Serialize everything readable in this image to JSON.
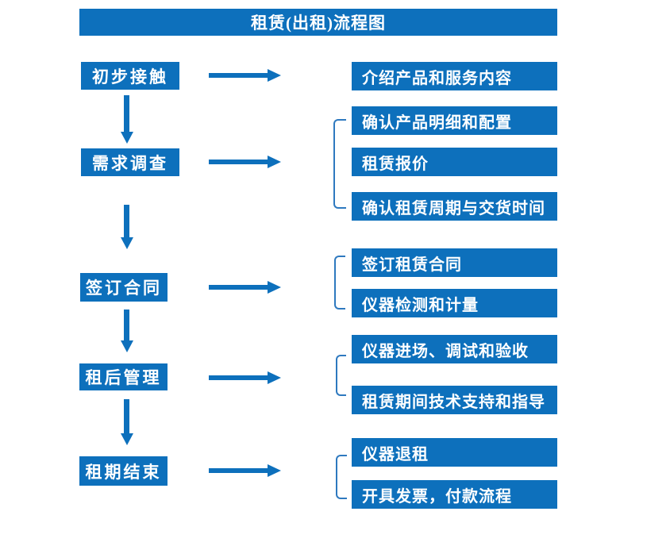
{
  "title": "租赁(出租)流程图",
  "colors": {
    "accent": "#0d70bc",
    "bracket": "#2e79bf"
  },
  "flow": [
    {
      "step": "初步接触",
      "details": [
        "介绍产品和服务内容"
      ]
    },
    {
      "step": "需求调查",
      "details": [
        "确认产品明细和配置",
        "租赁报价",
        "确认租赁周期与交货时间"
      ]
    },
    {
      "step": "签订合同",
      "details": [
        "签订租赁合同",
        "仪器检测和计量"
      ]
    },
    {
      "step": "租后管理",
      "details": [
        "仪器进场、调试和验收",
        "租赁期间技术支持和指导"
      ]
    },
    {
      "step": "租期结束",
      "details": [
        "仪器退租",
        "开具发票，付款流程"
      ]
    }
  ]
}
